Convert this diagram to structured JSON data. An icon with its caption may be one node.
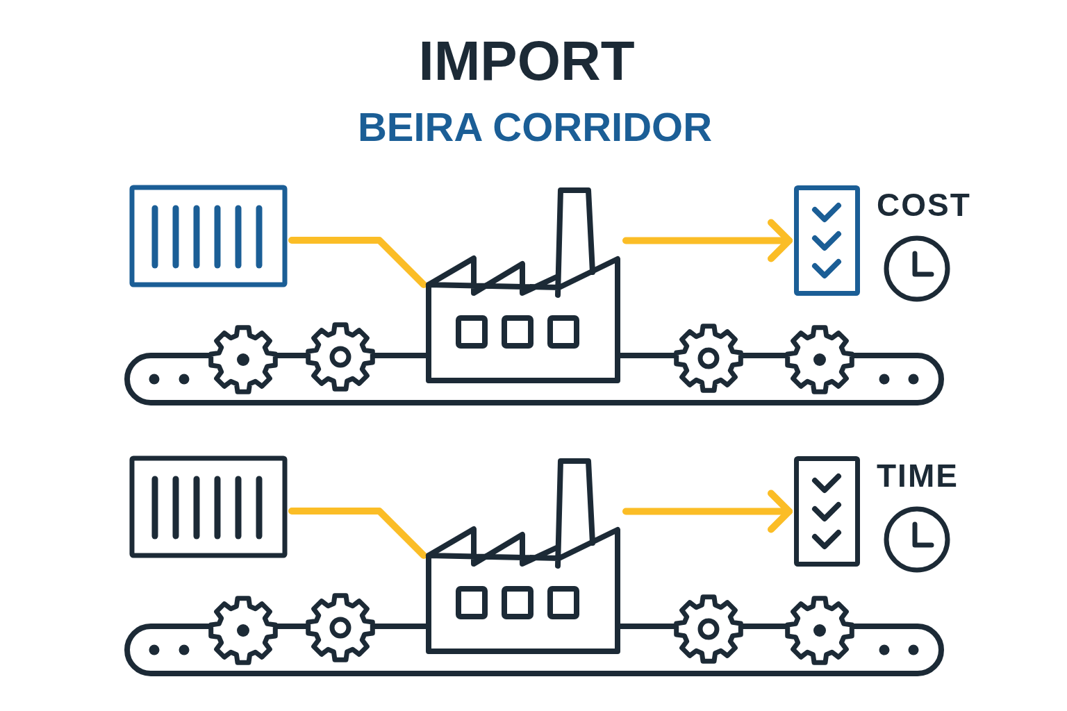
{
  "diagram": {
    "title": "IMPORT",
    "nodes": [
      {
        "text": [],
        "shape": "picture"
      },
      {
        "text": [],
        "shape": "picture"
      },
      {
        "text": [],
        "shape": "picture",
        "beside": [
          "COST"
        ]
      },
      {
        "text": [],
        "shape": "picture"
      },
      {
        "text": [],
        "shape": "picture"
      },
      {
        "text": [],
        "shape": "picture",
        "beside": [
          "TIME"
        ]
      }
    ],
    "edges": [
      {
        "from": 0,
        "to": 1,
        "arrow": "none"
      },
      {
        "from": 1,
        "to": 2,
        "arrow": "to"
      },
      {
        "from": 3,
        "to": 4,
        "arrow": "none"
      },
      {
        "from": 4,
        "to": 5,
        "arrow": "to"
      }
    ],
    "labels": [
      "BEIRA CORRIDOR"
    ]
  }
}
